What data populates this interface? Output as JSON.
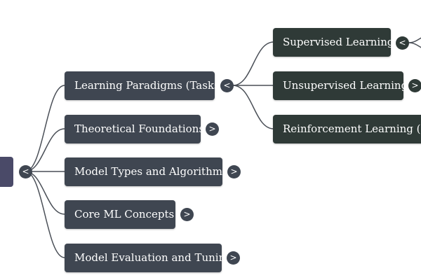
{
  "theme": {
    "root_color": "#4a4a68",
    "level1_color": "#3f4651",
    "level2_color": "#2f3a37",
    "edge_color": "#4a4f57"
  },
  "toggles": {
    "collapse": "<",
    "expand": ">"
  },
  "level1": [
    {
      "label": "Learning Paradigms (Tasks)",
      "state": "expanded"
    },
    {
      "label": "Theoretical Foundations",
      "state": "collapsed"
    },
    {
      "label": "Model Types and Algorithms",
      "state": "collapsed"
    },
    {
      "label": "Core ML Concepts",
      "state": "collapsed"
    },
    {
      "label": "Model Evaluation and Tuning",
      "state": "collapsed"
    }
  ],
  "level2": [
    {
      "label": "Supervised Learning",
      "state": "expanded"
    },
    {
      "label": "Unsupervised Learning",
      "state": "collapsed"
    },
    {
      "label": "Reinforcement Learning (RL)",
      "state": "leaf"
    }
  ]
}
